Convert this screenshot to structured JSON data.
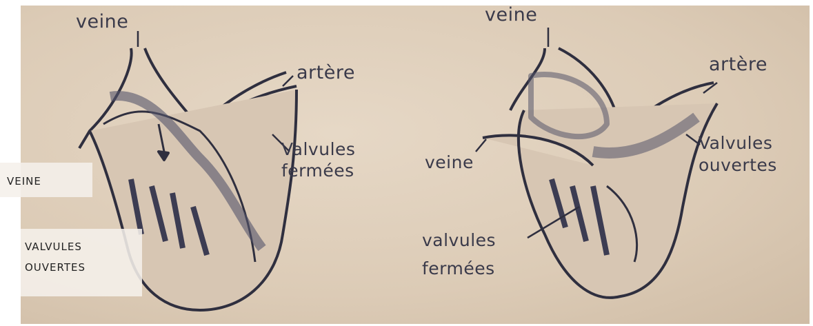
{
  "left_figure": {
    "veine_top": "veine",
    "artere": "artère",
    "valvules_1": "Valvules",
    "valvules_2": "fermées"
  },
  "right_figure": {
    "veine_top": "veine",
    "artere": "artère",
    "veine_side": "veine",
    "valvules_open_1": "Valvules",
    "valvules_open_2": "ouvertes",
    "valvules_closed_1": "valvules",
    "valvules_closed_2": "fermées"
  },
  "overlays": {
    "veine": "VEINE",
    "valvules_1": "VALVULES",
    "valvules_2": "OUVERTES"
  }
}
